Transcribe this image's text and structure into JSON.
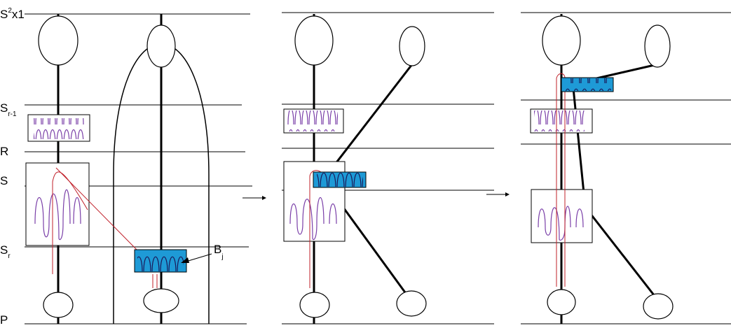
{
  "labels": {
    "s2x1": "S",
    "s2x1_sup": "2",
    "s2x1_rest": "x1",
    "sr1": "S",
    "sr1_sub": "r-1",
    "r": "R",
    "s": "S",
    "sr": "S",
    "sr_sub": "r",
    "p": "P",
    "bj": "B",
    "bj_sub": "j"
  },
  "colors": {
    "box_fill": "#1e9ad6",
    "wave": "#7a3fa8",
    "red_arc": "#c0202a",
    "line": "#000000"
  }
}
